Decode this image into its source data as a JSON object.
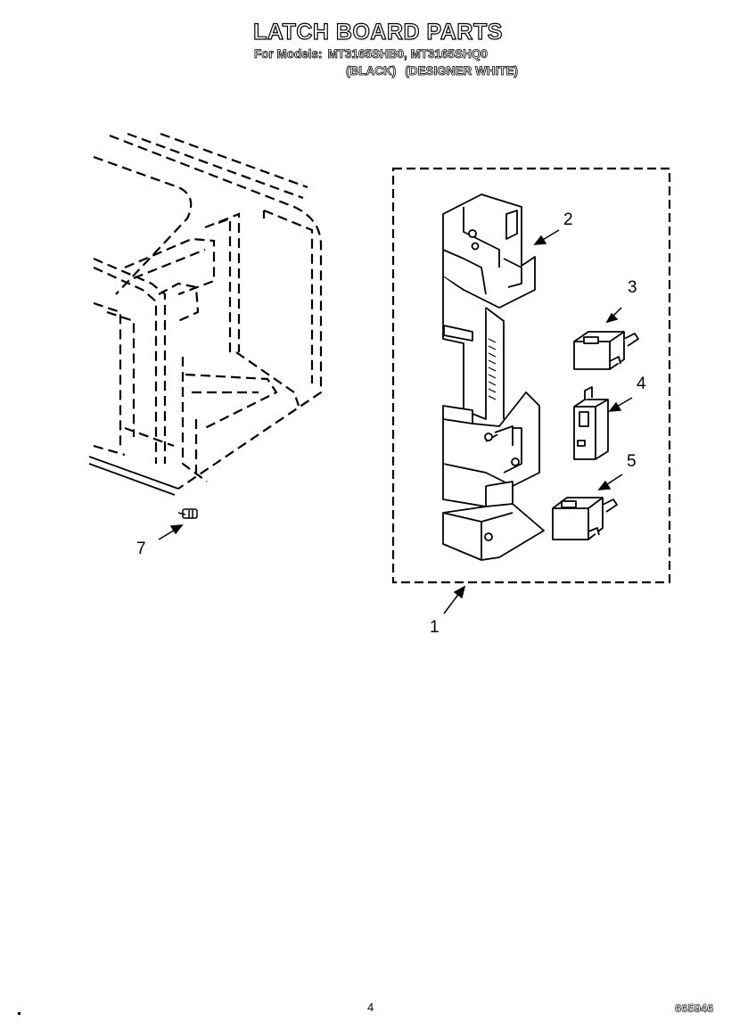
{
  "header": {
    "title": "LATCH BOARD PARTS",
    "models_label": "For Models:",
    "models": "MT3165SHB0, MT3165SHQ0",
    "variant_1": "(BLACK)",
    "variant_2": "(DESIGNER WHITE)"
  },
  "callouts": {
    "c1": "1",
    "c2": "2",
    "c3": "3",
    "c4": "4",
    "c5": "5",
    "c7": "7"
  },
  "footer": {
    "page_number": "4",
    "document_number": "665946"
  }
}
